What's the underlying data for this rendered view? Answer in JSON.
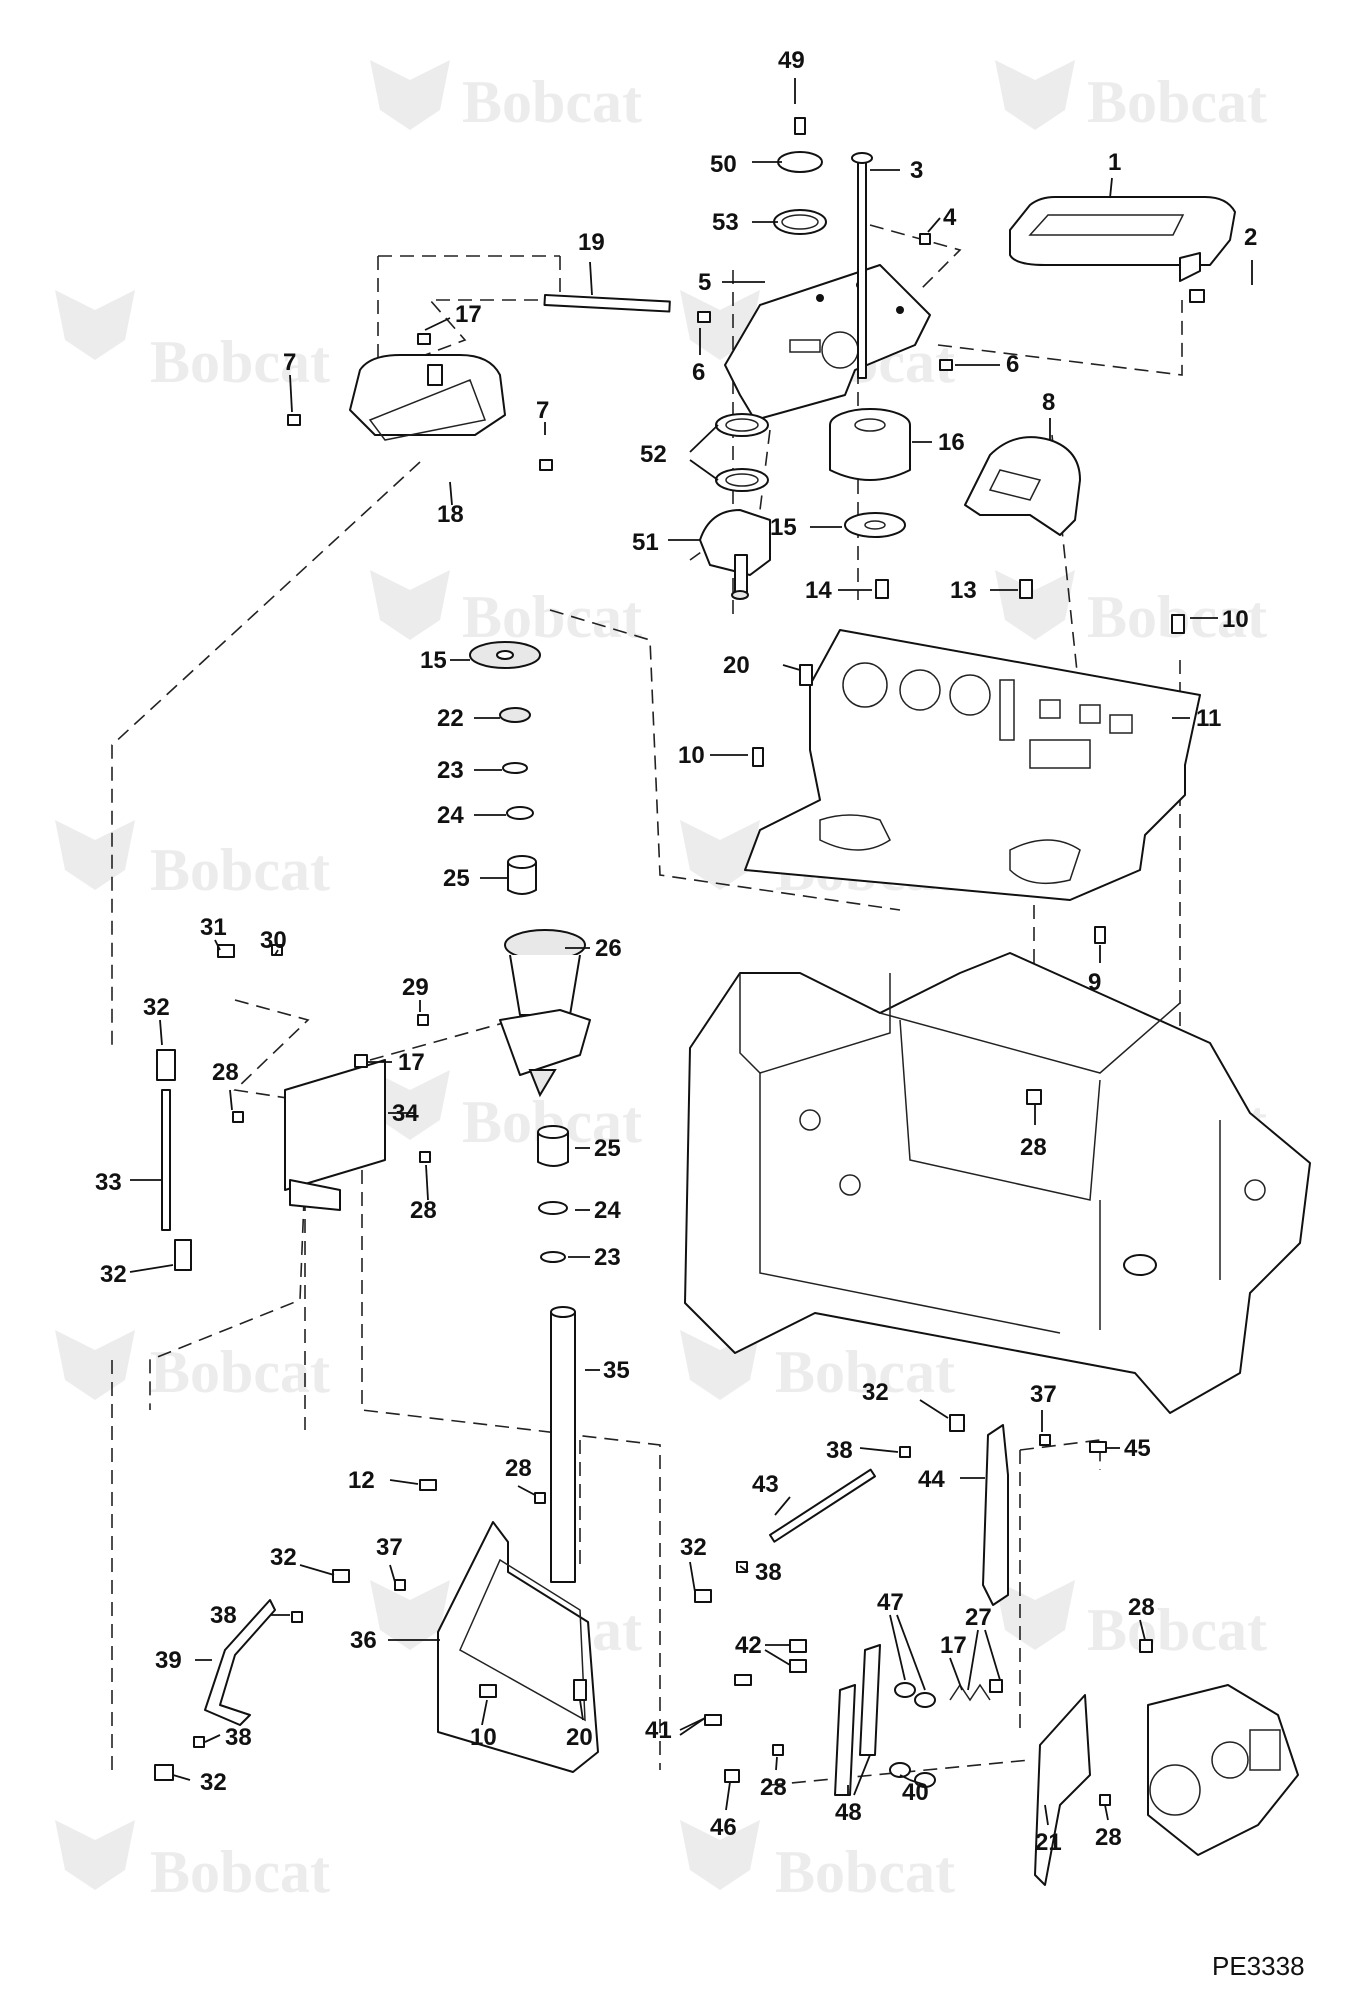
{
  "brand": {
    "watermark_text": "Bobcat",
    "watermark_color": "#ececec"
  },
  "figure_code": "PE3338",
  "callouts": [
    {
      "id": "c49",
      "text": "49"
    },
    {
      "id": "c50",
      "text": "50"
    },
    {
      "id": "c53",
      "text": "53"
    },
    {
      "id": "c3",
      "text": "3"
    },
    {
      "id": "c1",
      "text": "1"
    },
    {
      "id": "c2",
      "text": "2"
    },
    {
      "id": "c4",
      "text": "4"
    },
    {
      "id": "c5",
      "text": "5"
    },
    {
      "id": "c19",
      "text": "19"
    },
    {
      "id": "c17a",
      "text": "17"
    },
    {
      "id": "c6a",
      "text": "6"
    },
    {
      "id": "c6b",
      "text": "6"
    },
    {
      "id": "c7a",
      "text": "7"
    },
    {
      "id": "c7b",
      "text": "7"
    },
    {
      "id": "c18",
      "text": "18"
    },
    {
      "id": "c52",
      "text": "52"
    },
    {
      "id": "c16",
      "text": "16"
    },
    {
      "id": "c8",
      "text": "8"
    },
    {
      "id": "c51",
      "text": "51"
    },
    {
      "id": "c15a",
      "text": "15"
    },
    {
      "id": "c14",
      "text": "14"
    },
    {
      "id": "c13",
      "text": "13"
    },
    {
      "id": "c10a",
      "text": "10"
    },
    {
      "id": "c15b",
      "text": "15"
    },
    {
      "id": "c20a",
      "text": "20"
    },
    {
      "id": "c11",
      "text": "11"
    },
    {
      "id": "c22",
      "text": "22"
    },
    {
      "id": "c23a",
      "text": "23"
    },
    {
      "id": "c10b",
      "text": "10"
    },
    {
      "id": "c24a",
      "text": "24"
    },
    {
      "id": "c25a",
      "text": "25"
    },
    {
      "id": "c26",
      "text": "26"
    },
    {
      "id": "c31",
      "text": "31"
    },
    {
      "id": "c30",
      "text": "30"
    },
    {
      "id": "c9",
      "text": "9"
    },
    {
      "id": "c29",
      "text": "29"
    },
    {
      "id": "c32a",
      "text": "32"
    },
    {
      "id": "c17b",
      "text": "17"
    },
    {
      "id": "c28a",
      "text": "28"
    },
    {
      "id": "c34",
      "text": "34"
    },
    {
      "id": "c28b",
      "text": "28"
    },
    {
      "id": "c25b",
      "text": "25"
    },
    {
      "id": "c33",
      "text": "33"
    },
    {
      "id": "c28c",
      "text": "28"
    },
    {
      "id": "c24b",
      "text": "24"
    },
    {
      "id": "c32b",
      "text": "32"
    },
    {
      "id": "c23b",
      "text": "23"
    },
    {
      "id": "c35",
      "text": "35"
    },
    {
      "id": "c32c",
      "text": "32"
    },
    {
      "id": "c37a",
      "text": "37"
    },
    {
      "id": "c38a",
      "text": "38"
    },
    {
      "id": "c45",
      "text": "45"
    },
    {
      "id": "c44",
      "text": "44"
    },
    {
      "id": "c12",
      "text": "12"
    },
    {
      "id": "c28d",
      "text": "28"
    },
    {
      "id": "c43",
      "text": "43"
    },
    {
      "id": "c32d",
      "text": "32"
    },
    {
      "id": "c37b",
      "text": "37"
    },
    {
      "id": "c32e",
      "text": "32"
    },
    {
      "id": "c38b",
      "text": "38"
    },
    {
      "id": "c38c",
      "text": "38"
    },
    {
      "id": "c47",
      "text": "47"
    },
    {
      "id": "c27",
      "text": "27"
    },
    {
      "id": "c42",
      "text": "42"
    },
    {
      "id": "c17c",
      "text": "17"
    },
    {
      "id": "c28e",
      "text": "28"
    },
    {
      "id": "c39",
      "text": "39"
    },
    {
      "id": "c36",
      "text": "36"
    },
    {
      "id": "c41",
      "text": "41"
    },
    {
      "id": "c38d",
      "text": "38"
    },
    {
      "id": "c10c",
      "text": "10"
    },
    {
      "id": "c20b",
      "text": "20"
    },
    {
      "id": "c40",
      "text": "40"
    },
    {
      "id": "c32f",
      "text": "32"
    },
    {
      "id": "c28f",
      "text": "28"
    },
    {
      "id": "c48",
      "text": "48"
    },
    {
      "id": "c46",
      "text": "46"
    },
    {
      "id": "c21",
      "text": "21"
    },
    {
      "id": "c28g",
      "text": "28"
    }
  ]
}
